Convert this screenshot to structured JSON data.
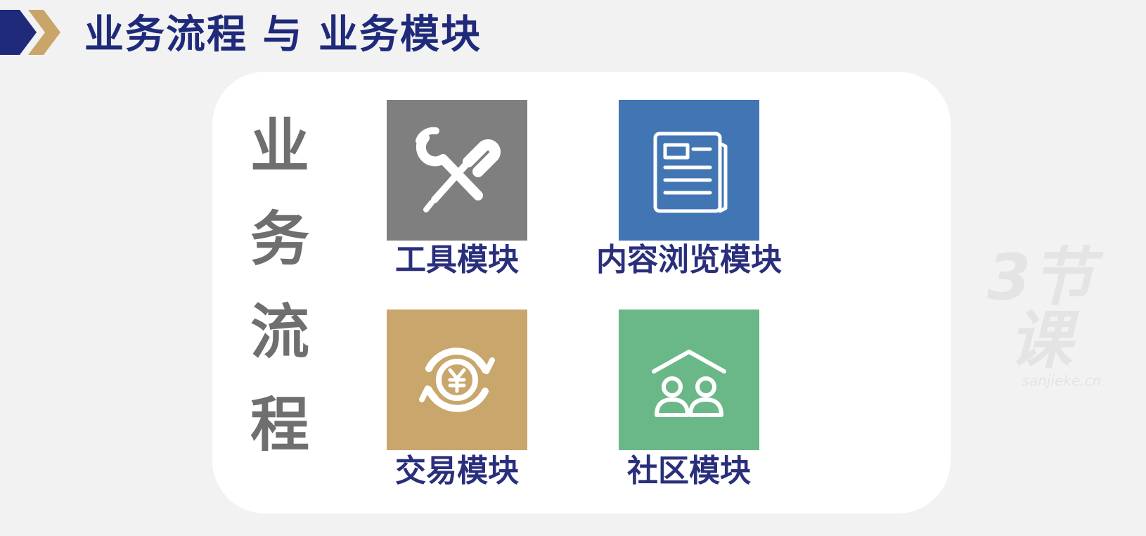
{
  "header": {
    "title": "业务流程 与 业务模块",
    "chevron_colors": [
      "#1f2a7a",
      "#c9a56a"
    ]
  },
  "panel": {
    "vertical_title_chars": [
      "业",
      "务",
      "流",
      "程"
    ]
  },
  "modules": [
    {
      "label": "工具模块",
      "icon": "tools-icon",
      "color": "#7f7f7f"
    },
    {
      "label": "内容浏览模块",
      "icon": "newspaper-icon",
      "color": "#4275b4"
    },
    {
      "label": "交易模块",
      "icon": "yuan-exchange-icon",
      "color": "#c9a66b"
    },
    {
      "label": "社区模块",
      "icon": "community-icon",
      "color": "#6ab787"
    }
  ],
  "watermark": {
    "mark": "3节课",
    "url": "sanjieke.cn"
  }
}
